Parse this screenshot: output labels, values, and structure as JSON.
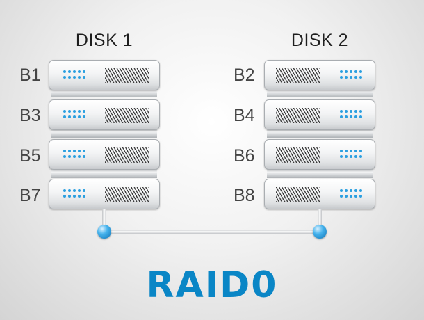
{
  "disks": [
    {
      "title": "DISK 1",
      "blocks": [
        "B1",
        "B3",
        "B5",
        "B7"
      ]
    },
    {
      "title": "DISK 2",
      "blocks": [
        "B2",
        "B4",
        "B6",
        "B8"
      ]
    }
  ],
  "raid_label": "RAID0",
  "colors": {
    "accent": "#0a86c6",
    "led": "#2a9fe0",
    "node": "#1f8fd6"
  },
  "icons": {
    "server": "server-unit-icon",
    "node": "connection-node-icon"
  }
}
